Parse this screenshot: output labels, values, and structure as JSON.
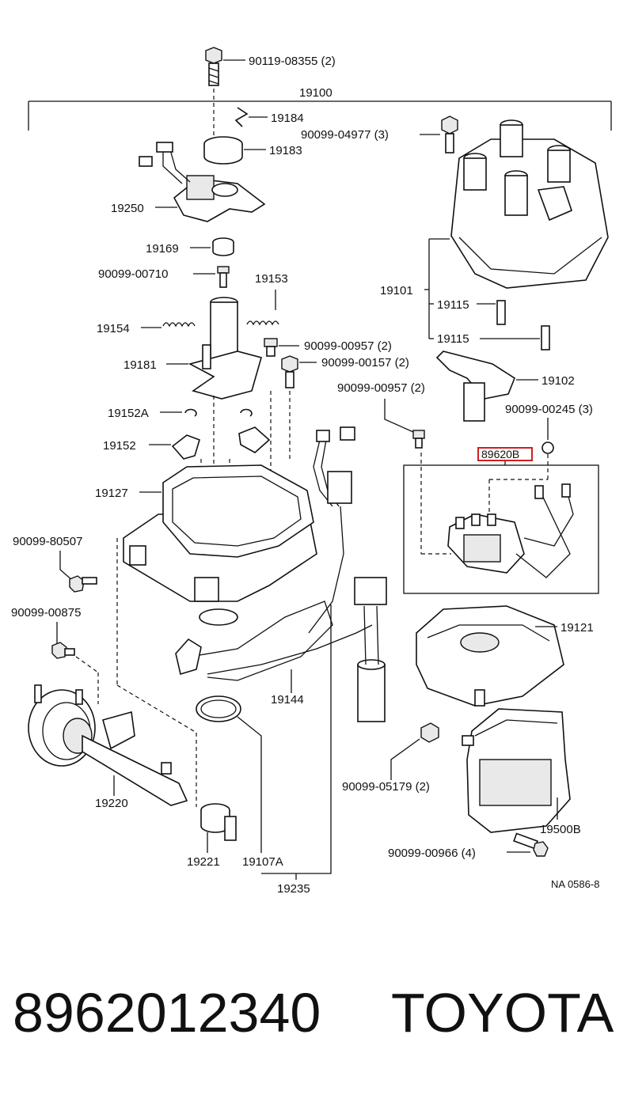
{
  "labels": {
    "bolt_top": "90119-08355 (2)",
    "assembly": "19100",
    "clip": "19184",
    "cap_screw": "90099-04977 (3)",
    "governor_ring": "19183",
    "pickup": "19250",
    "cap_rubber": "19169",
    "screw_00710": "90099-00710",
    "spring_19153": "19153",
    "spring_19154": "19154",
    "shaft": "19181",
    "screw_00957_a": "90099-00957 (2)",
    "screw_00157": "90099-00157 (2)",
    "cap": "19101",
    "rotor_spring_1": "19115",
    "rotor_spring_2": "19115",
    "rotor": "19102",
    "screw_00957_b": "90099-00957 (2)",
    "screw_00245": "90099-00245 (3)",
    "igniter_highlight": "89620B",
    "snap_ring": "19152A",
    "weight": "19152",
    "housing": "19127",
    "bolt_80507": "90099-80507",
    "screw_00875": "90099-00875",
    "cover": "19121",
    "wire_harness": "19144",
    "nut_05179": "90099-05179 (2)",
    "coil": "19500B",
    "vacuum_advancer": "19220",
    "screw_00966": "90099-00966 (4)",
    "o_ring_part": "19221",
    "o_ring": "19107A",
    "seal_kit": "19235",
    "ref_code": "NA 0586-8"
  },
  "footer": {
    "part_number": "8962012340",
    "brand": "TOYOTA"
  },
  "colors": {
    "highlight": "#d01f1f",
    "ink": "#111111"
  }
}
